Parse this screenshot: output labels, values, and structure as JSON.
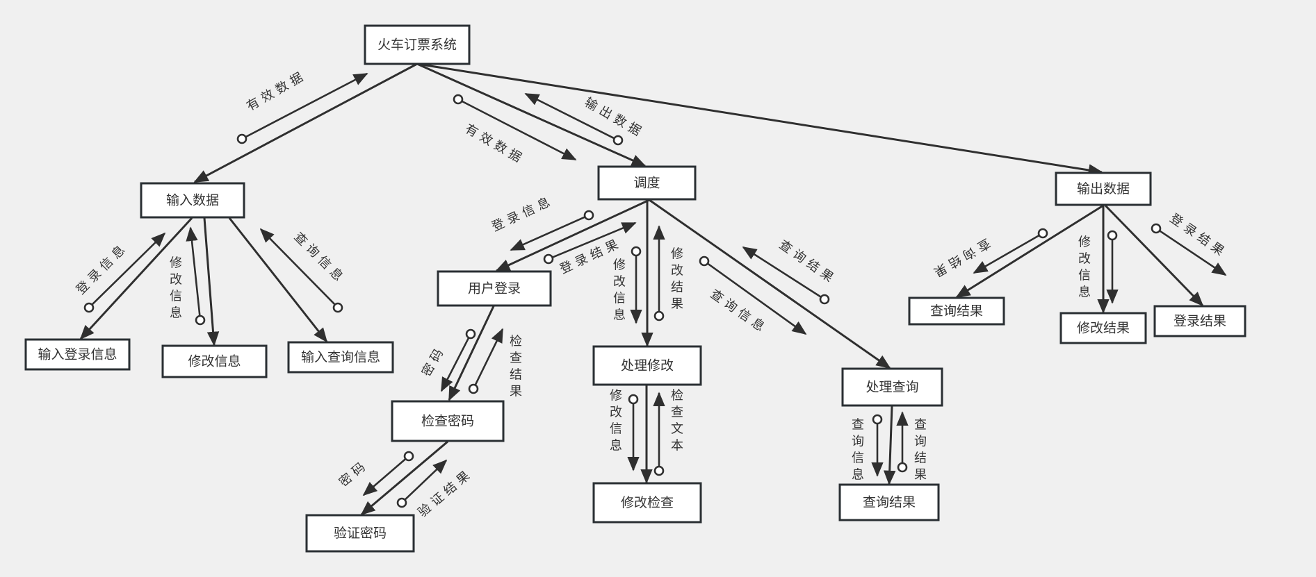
{
  "title": "火车订票系统",
  "colors": {
    "background": "#f0f0f0",
    "node_fill": "#ffffff",
    "node_border": "#2a2f33",
    "line": "#2f2f2f",
    "text": "#333333"
  },
  "nodes": [
    {
      "id": "root",
      "label": "火车订票系统"
    },
    {
      "id": "input",
      "label": "输入数据"
    },
    {
      "id": "dispatch",
      "label": "调度"
    },
    {
      "id": "output",
      "label": "输出数据"
    },
    {
      "id": "input_login",
      "label": "输入登录信息"
    },
    {
      "id": "input_modify",
      "label": "修改信息"
    },
    {
      "id": "input_query",
      "label": "输入查询信息"
    },
    {
      "id": "user_login",
      "label": "用户登录"
    },
    {
      "id": "check_pwd",
      "label": "检查密码"
    },
    {
      "id": "verify_pwd",
      "label": "验证密码"
    },
    {
      "id": "proc_modify",
      "label": "处理修改"
    },
    {
      "id": "modify_check",
      "label": "修改检查"
    },
    {
      "id": "proc_query",
      "label": "处理查询"
    },
    {
      "id": "query_result_b",
      "label": "查询结果"
    },
    {
      "id": "out_query",
      "label": "查询结果"
    },
    {
      "id": "out_modify",
      "label": "修改结果"
    },
    {
      "id": "out_login",
      "label": "登录结果"
    }
  ],
  "edges": [
    {
      "from": "root",
      "to": "input"
    },
    {
      "from": "root",
      "to": "dispatch"
    },
    {
      "from": "root",
      "to": "output"
    },
    {
      "from": "input",
      "to": "input_login"
    },
    {
      "from": "input",
      "to": "input_modify"
    },
    {
      "from": "input",
      "to": "input_query"
    },
    {
      "from": "dispatch",
      "to": "user_login"
    },
    {
      "from": "dispatch",
      "to": "proc_modify"
    },
    {
      "from": "dispatch",
      "to": "proc_query"
    },
    {
      "from": "user_login",
      "to": "check_pwd"
    },
    {
      "from": "check_pwd",
      "to": "verify_pwd"
    },
    {
      "from": "proc_modify",
      "to": "modify_check"
    },
    {
      "from": "proc_query",
      "to": "query_result_b"
    },
    {
      "from": "output",
      "to": "out_query"
    },
    {
      "from": "output",
      "to": "out_modify"
    },
    {
      "from": "output",
      "to": "out_login"
    }
  ],
  "flows": [
    {
      "id": "f1",
      "label": "有效数据",
      "direction": "input → root"
    },
    {
      "id": "f2",
      "label": "有效数据",
      "direction": "root → dispatch"
    },
    {
      "id": "f3",
      "label": "输出数据",
      "direction": "dispatch → root"
    },
    {
      "id": "f4",
      "label": "登录信息",
      "direction": "input_login → input"
    },
    {
      "id": "f5",
      "label": "修改信息",
      "direction": "input_modify → input"
    },
    {
      "id": "f6",
      "label": "查询信息",
      "direction": "input_query → input"
    },
    {
      "id": "f7",
      "label": "登录信息",
      "direction": "dispatch → user_login"
    },
    {
      "id": "f8",
      "label": "登录结果",
      "direction": "user_login → dispatch"
    },
    {
      "id": "f9",
      "label": "修改信息",
      "direction": "dispatch → proc_modify"
    },
    {
      "id": "f10",
      "label": "修改结果",
      "direction": "proc_modify → dispatch"
    },
    {
      "id": "f11",
      "label": "查询信息",
      "direction": "dispatch → proc_query"
    },
    {
      "id": "f12",
      "label": "查询结果",
      "direction": "proc_query → dispatch"
    },
    {
      "id": "f13",
      "label": "密码",
      "direction": "user_login → check_pwd"
    },
    {
      "id": "f14",
      "label": "检查结果",
      "direction": "check_pwd → user_login"
    },
    {
      "id": "f15",
      "label": "密码",
      "direction": "check_pwd → verify_pwd"
    },
    {
      "id": "f16",
      "label": "验证结果",
      "direction": "verify_pwd → check_pwd"
    },
    {
      "id": "f17",
      "label": "修改信息",
      "direction": "proc_modify → modify_check"
    },
    {
      "id": "f18",
      "label": "检查文本",
      "direction": "modify_check → proc_modify"
    },
    {
      "id": "f19",
      "label": "查询信息",
      "direction": "proc_query → query_result_b"
    },
    {
      "id": "f20",
      "label": "查询结果",
      "direction": "query_result_b → proc_query"
    },
    {
      "id": "f21",
      "label": "查询结果",
      "direction": "output → out_query"
    },
    {
      "id": "f22",
      "label": "修改信息",
      "direction": "output → out_modify"
    },
    {
      "id": "f23",
      "label": "登录结果",
      "direction": "output → out_login"
    }
  ]
}
